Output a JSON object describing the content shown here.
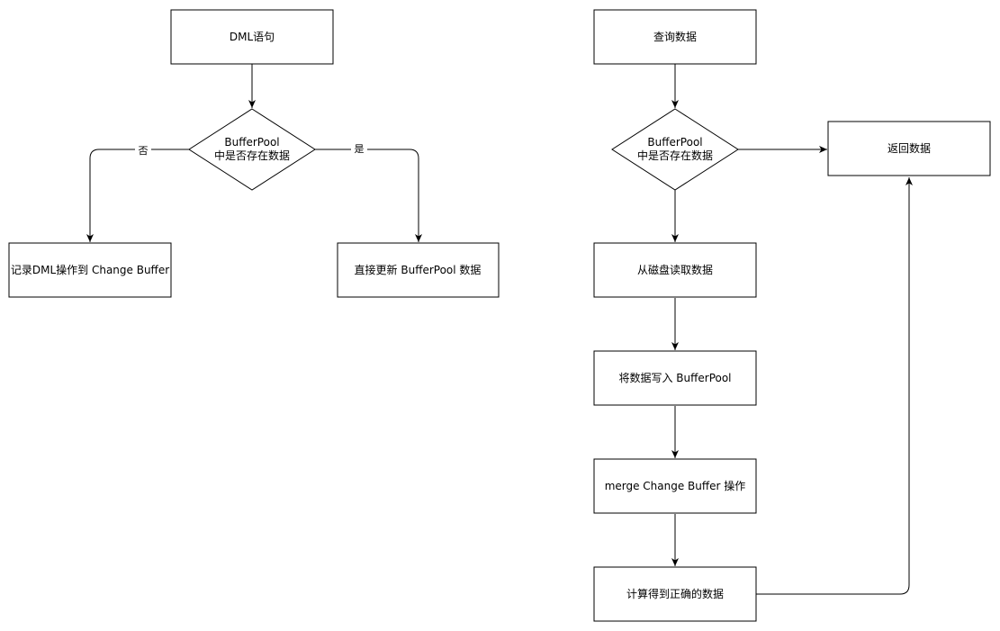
{
  "colors": {
    "stroke": "#000000",
    "fill": "#ffffff",
    "text": "#000000",
    "background": "#ffffff"
  },
  "left_flow": {
    "dml": "DML语句",
    "decision_line1": "BufferPool",
    "decision_line2": "中是否存在数据",
    "no_label": "否",
    "yes_label": "是",
    "record_change_buffer": "记录DML操作到 Change Buffer",
    "update_bufferpool": "直接更新 BufferPool 数据"
  },
  "right_flow": {
    "query": "查询数据",
    "decision_line1": "BufferPool",
    "decision_line2": "中是否存在数据",
    "return_data": "返回数据",
    "read_disk": "从磁盘读取数据",
    "write_bufferpool": "将数据写入 BufferPool",
    "merge": "merge Change Buffer 操作",
    "compute": "计算得到正确的数据"
  }
}
